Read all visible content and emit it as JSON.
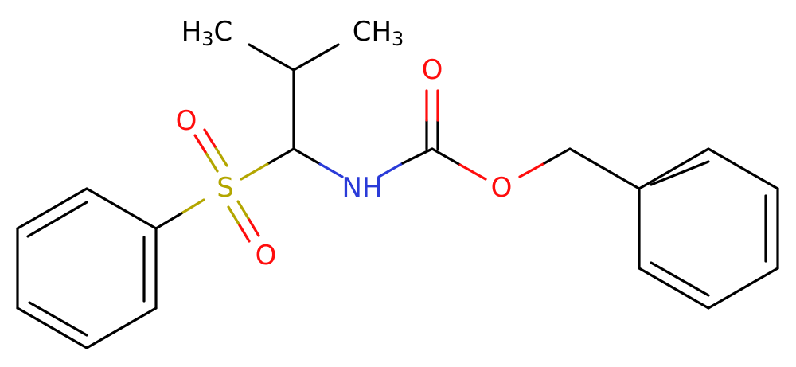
{
  "molecule": {
    "atoms": {
      "methyl_left": {
        "main": "H",
        "sub": "3",
        "tail": "C"
      },
      "methyl_right": {
        "main": "CH",
        "sub": "3"
      },
      "oxygen_carbonyl": "O",
      "oxygen_sulfonyl_top": "O",
      "sulfur": "S",
      "nitrogen": "NH",
      "oxygen_ester": "O",
      "oxygen_sulfonyl_bottom": "O"
    },
    "colors": {
      "carbon": "#000000",
      "hydrogen": "#000000",
      "oxygen": "#ff0d0d",
      "nitrogen": "#2a3bd8",
      "sulfur": "#b3a600"
    }
  }
}
